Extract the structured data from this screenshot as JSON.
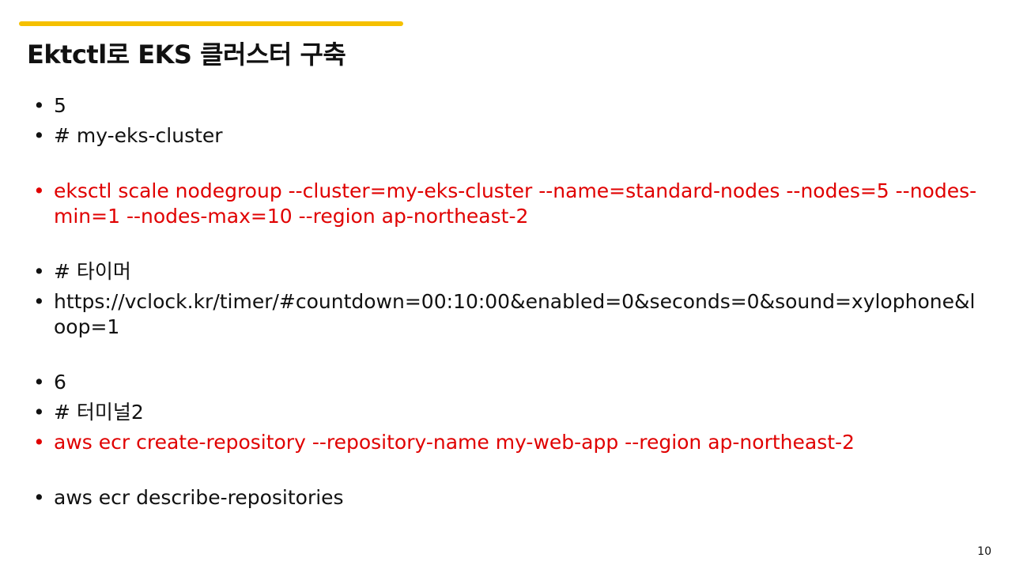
{
  "slide": {
    "title": "Ektctl로 EKS 클러스터 구축",
    "page_number": "10",
    "accent_color": "#F5C000",
    "highlight_color": "#E00000"
  },
  "bullets": [
    {
      "text": "5",
      "style": "normal"
    },
    {
      "text": "# my-eks-cluster",
      "style": "normal"
    },
    {
      "text": "eksctl scale nodegroup --cluster=my-eks-cluster --name=standard-nodes --nodes=5 --nodes-min=1 --nodes-max=10 --region ap-northeast-2",
      "style": "red"
    },
    {
      "text": "# 타이머",
      "style": "normal"
    },
    {
      "text": "https://vclock.kr/timer/#countdown=00:10:00&enabled=0&seconds=0&sound=xylophone&loop=1",
      "style": "normal"
    },
    {
      "text": "6",
      "style": "normal"
    },
    {
      "text": "# 터미널2",
      "style": "normal"
    },
    {
      "text": "aws ecr create-repository --repository-name my-web-app --region ap-northeast-2",
      "style": "red"
    },
    {
      "text": "aws ecr describe-repositories",
      "style": "normal"
    }
  ]
}
